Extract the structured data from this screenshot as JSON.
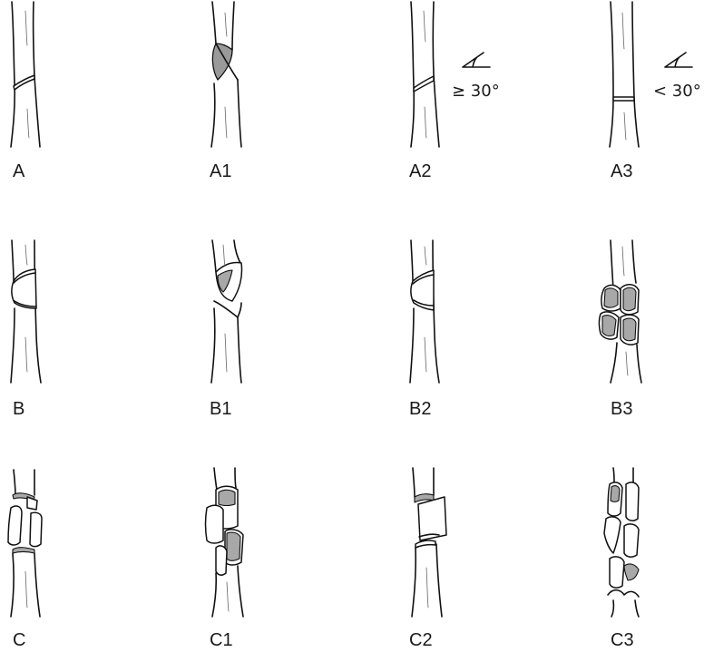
{
  "figure": {
    "rows": [
      {
        "panels": [
          {
            "id": "A",
            "label": "A"
          },
          {
            "id": "A1",
            "label": "A1"
          },
          {
            "id": "A2",
            "label": "A2",
            "annotation": "≥ 30°"
          },
          {
            "id": "A3",
            "label": "A3",
            "annotation": "< 30°"
          }
        ]
      },
      {
        "panels": [
          {
            "id": "B",
            "label": "B"
          },
          {
            "id": "B1",
            "label": "B1"
          },
          {
            "id": "B2",
            "label": "B2"
          },
          {
            "id": "B3",
            "label": "B3"
          }
        ]
      },
      {
        "panels": [
          {
            "id": "C",
            "label": "C"
          },
          {
            "id": "C1",
            "label": "C1"
          },
          {
            "id": "C2",
            "label": "C2"
          },
          {
            "id": "C3",
            "label": "C3"
          }
        ]
      }
    ]
  },
  "colors": {
    "line": "#111111",
    "shade": "#9a9a9a",
    "background": "#ffffff"
  },
  "icons": [
    "angle-icon"
  ]
}
